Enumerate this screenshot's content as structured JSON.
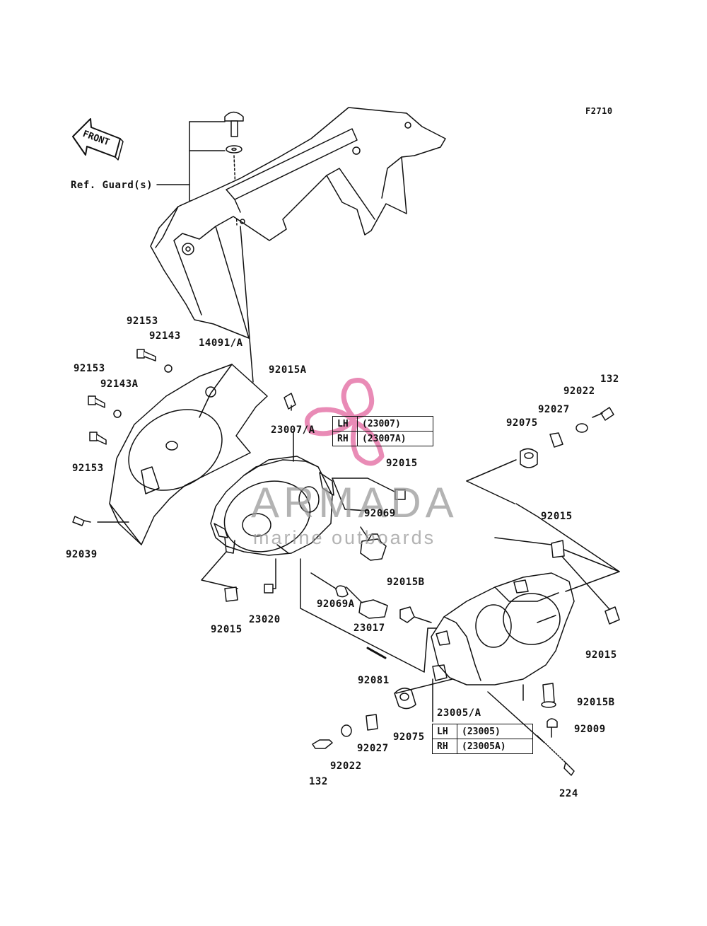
{
  "figure_code": "F2710",
  "front_label": "FRONT",
  "watermark": {
    "title": "ARMADA",
    "subtitle": "marine outboards",
    "accent_color": "#e46fa4"
  },
  "labels": {
    "ref_guard": "Ref. Guard(s)",
    "p92153_a": "92153",
    "p92143": "92143",
    "p14091": "14091/A",
    "p92153_b": "92153",
    "p92143A": "92143A",
    "p92015A": "92015A",
    "p92153_c": "92153",
    "p92039": "92039",
    "p23007": "23007/A",
    "p92015_a": "92015",
    "p92069": "92069",
    "p92069A": "92069A",
    "p92015B_a": "92015B",
    "p23017": "23017",
    "p92015_b": "92015",
    "p23020": "23020",
    "p92081": "92081",
    "p132_a": "132",
    "p92022_a": "92022",
    "p92027_a": "92027",
    "p92075_a": "92075",
    "p92015_c": "92015",
    "p92015_d": "92015",
    "p92015B_b": "92015B",
    "p92009": "92009",
    "p224": "224",
    "p23005": "23005/A",
    "p92075_b": "92075",
    "p92027_b": "92027",
    "p92022_b": "92022",
    "p132_b": "132"
  },
  "tables": {
    "t23007": [
      {
        "side": "LH",
        "part": "(23007)"
      },
      {
        "side": "RH",
        "part": "(23007A)"
      }
    ],
    "t23005": [
      {
        "side": "LH",
        "part": "(23005)"
      },
      {
        "side": "RH",
        "part": "(23005A)"
      }
    ]
  }
}
